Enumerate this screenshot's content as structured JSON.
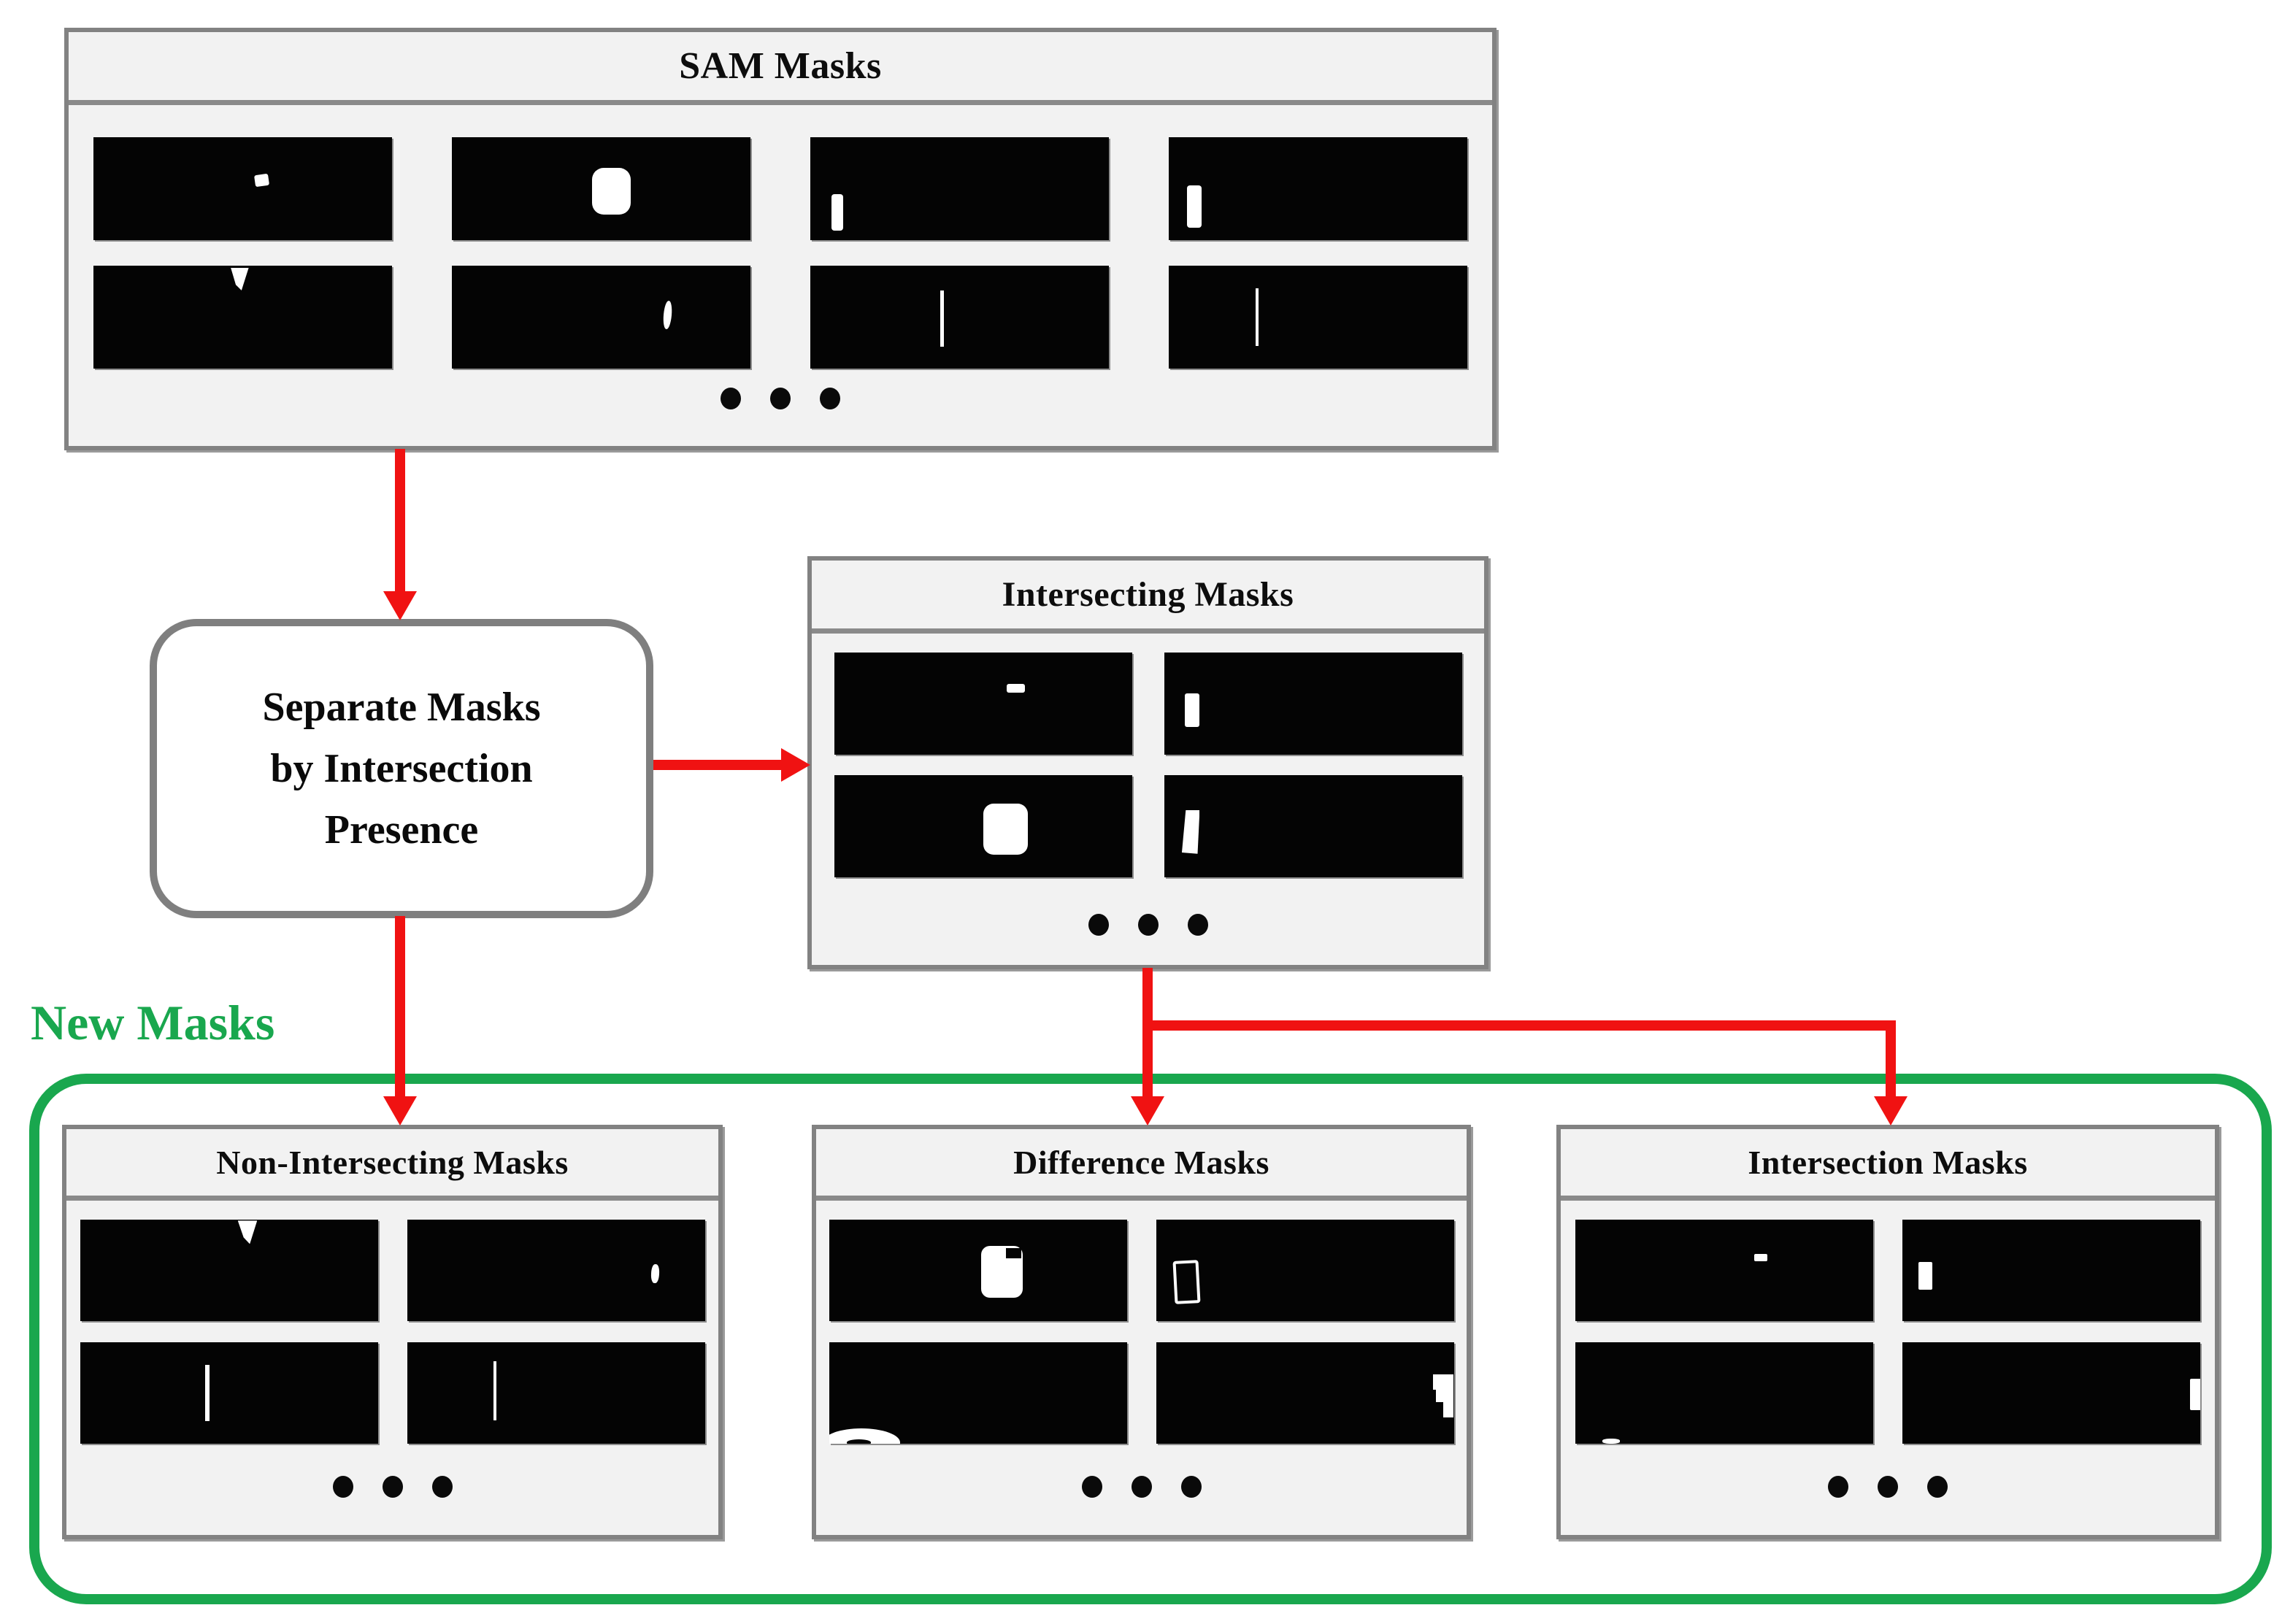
{
  "colors": {
    "red_arrow": "#f01212",
    "green_accent": "#19a74e",
    "panel_border": "#828282",
    "panel_background": "#f2f2f2",
    "mask_background": "#040404",
    "mask_foreground": "#ffffff"
  },
  "labels": {
    "sam_panel_title": "SAM Masks",
    "intersecting_panel_title": "Intersecting Masks",
    "new_masks_label": "New Masks",
    "non_intersecting_panel_title": "Non-Intersecting Masks",
    "difference_panel_title": "Difference Masks",
    "intersection_panel_title": "Intersection Masks",
    "process_box_lines": [
      "Separate Masks",
      "by Intersection",
      "Presence"
    ]
  },
  "masks": {
    "sam": [
      {
        "shapes": [
          {
            "l": 54,
            "t": 36,
            "w": 4.6,
            "h": 11,
            "r": "3px",
            "rot": -8
          }
        ]
      },
      {
        "shapes": [
          {
            "l": 47,
            "t": 30,
            "w": 13,
            "h": 45,
            "r": "16px"
          }
        ]
      },
      {
        "shapes": [
          {
            "l": 7,
            "t": 55,
            "w": 4,
            "h": 36,
            "r": "4px"
          }
        ]
      },
      {
        "shapes": [
          {
            "l": 6,
            "t": 47,
            "w": 5,
            "h": 41,
            "r": "4px"
          }
        ]
      },
      {
        "shapes": [
          {
            "l": 46,
            "t": 2,
            "w": 6,
            "h": 22,
            "clip": "polygon(0 0, 100% 0, 60% 100%, 28% 75%)"
          }
        ]
      },
      {
        "shapes": [
          {
            "l": 71,
            "t": 34,
            "w": 2.6,
            "h": 28,
            "r": "50%",
            "rot": 5
          }
        ]
      },
      {
        "shapes": [
          {
            "l": 43.5,
            "t": 24,
            "w": 1.3,
            "h": 55
          }
        ]
      },
      {
        "shapes": [
          {
            "l": 29,
            "t": 22,
            "w": 1,
            "h": 56
          }
        ]
      }
    ],
    "intersecting": [
      {
        "shapes": [
          {
            "l": 58,
            "t": 31,
            "w": 6,
            "h": 8,
            "r": "3px"
          }
        ]
      },
      {
        "shapes": [
          {
            "l": 7,
            "t": 40,
            "w": 5,
            "h": 33,
            "r": "3px"
          }
        ]
      },
      {
        "shapes": [
          {
            "l": 50,
            "t": 28,
            "w": 15,
            "h": 50,
            "r": "14px"
          }
        ]
      },
      {
        "shapes": [
          {
            "l": 6,
            "t": 34,
            "w": 6,
            "h": 43,
            "clip": "polygon(22% 0, 100% 0, 88% 100%, 0 97%)"
          }
        ]
      }
    ],
    "non_intersecting": [
      {
        "shapes": [
          {
            "l": 53,
            "t": 1,
            "w": 6.5,
            "h": 23,
            "clip": "polygon(0 0, 100% 0, 62% 100%, 30% 72%)"
          }
        ]
      },
      {
        "shapes": [
          {
            "l": 82,
            "t": 44,
            "w": 2.6,
            "h": 19,
            "r": "45%",
            "rot": 3
          }
        ]
      },
      {
        "shapes": [
          {
            "l": 42,
            "t": 22,
            "w": 1.4,
            "h": 56
          }
        ]
      },
      {
        "shapes": [
          {
            "l": 29,
            "t": 19,
            "w": 1.1,
            "h": 58
          }
        ]
      }
    ],
    "difference": [
      {
        "shapes": [
          {
            "l": 51,
            "t": 26,
            "w": 14,
            "h": 51,
            "r": "12px"
          },
          {
            "l": 59.5,
            "t": 28,
            "w": 5,
            "h": 10,
            "color": "#040404"
          }
        ]
      },
      {
        "shapes": [
          {
            "l": 6,
            "t": 40,
            "w": 6.5,
            "h": 37,
            "r": "4px",
            "rot": -3,
            "outline": true
          }
        ]
      },
      {
        "shapes": [
          {
            "l": -2,
            "t": 85,
            "w": 26,
            "h": 28,
            "r": "50%"
          },
          {
            "l": 6,
            "t": 96,
            "w": 8,
            "h": 6,
            "r": "50%",
            "color": "#040404"
          }
        ]
      },
      {
        "shapes": [
          {
            "l": 93,
            "t": 32,
            "w": 7,
            "h": 15
          },
          {
            "l": 96.5,
            "t": 44,
            "w": 3.5,
            "h": 30
          },
          {
            "l": 94,
            "t": 47,
            "w": 2.5,
            "h": 12
          }
        ]
      }
    ],
    "intersection": [
      {
        "shapes": [
          {
            "l": 60,
            "t": 34,
            "w": 4.5,
            "h": 7,
            "r": "2px"
          }
        ]
      },
      {
        "shapes": [
          {
            "l": 5.5,
            "t": 42,
            "w": 4.5,
            "h": 27,
            "r": "2px"
          }
        ]
      },
      {
        "shapes": [
          {
            "l": 9,
            "t": 95,
            "w": 6,
            "h": 5,
            "r": "40%"
          }
        ]
      },
      {
        "shapes": [
          {
            "l": 96.5,
            "t": 36,
            "w": 4,
            "h": 31,
            "r": "2px"
          }
        ]
      }
    ]
  }
}
